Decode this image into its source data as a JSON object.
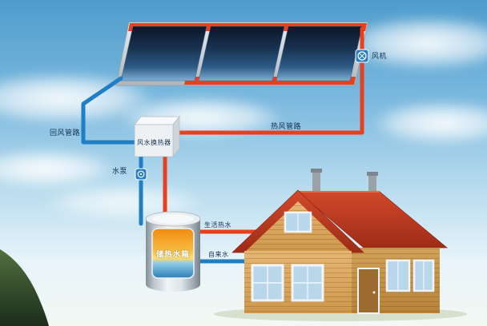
{
  "diagram": {
    "labels": {
      "fan": "风机",
      "return_air_pipe": "回风管路",
      "hot_air_pipe": "热风管路",
      "heat_exchanger": "风水换热器",
      "water_pump": "水泵",
      "storage_tank": "储热水箱",
      "domestic_hot_water": "生活热水",
      "tap_water": "自来水"
    },
    "icons": {
      "fan": "fan-icon",
      "pump": "pump-icon"
    }
  },
  "colors": {
    "hot_pipe": "#e8401c",
    "cold_pipe": "#1e7ec6",
    "label_text": "#12304f",
    "panel_glass": "#16304e",
    "roof": "#c23c22",
    "wall": "#ddae68",
    "tank_hot": "#f5a021",
    "tank_water": "#2d7fba"
  }
}
